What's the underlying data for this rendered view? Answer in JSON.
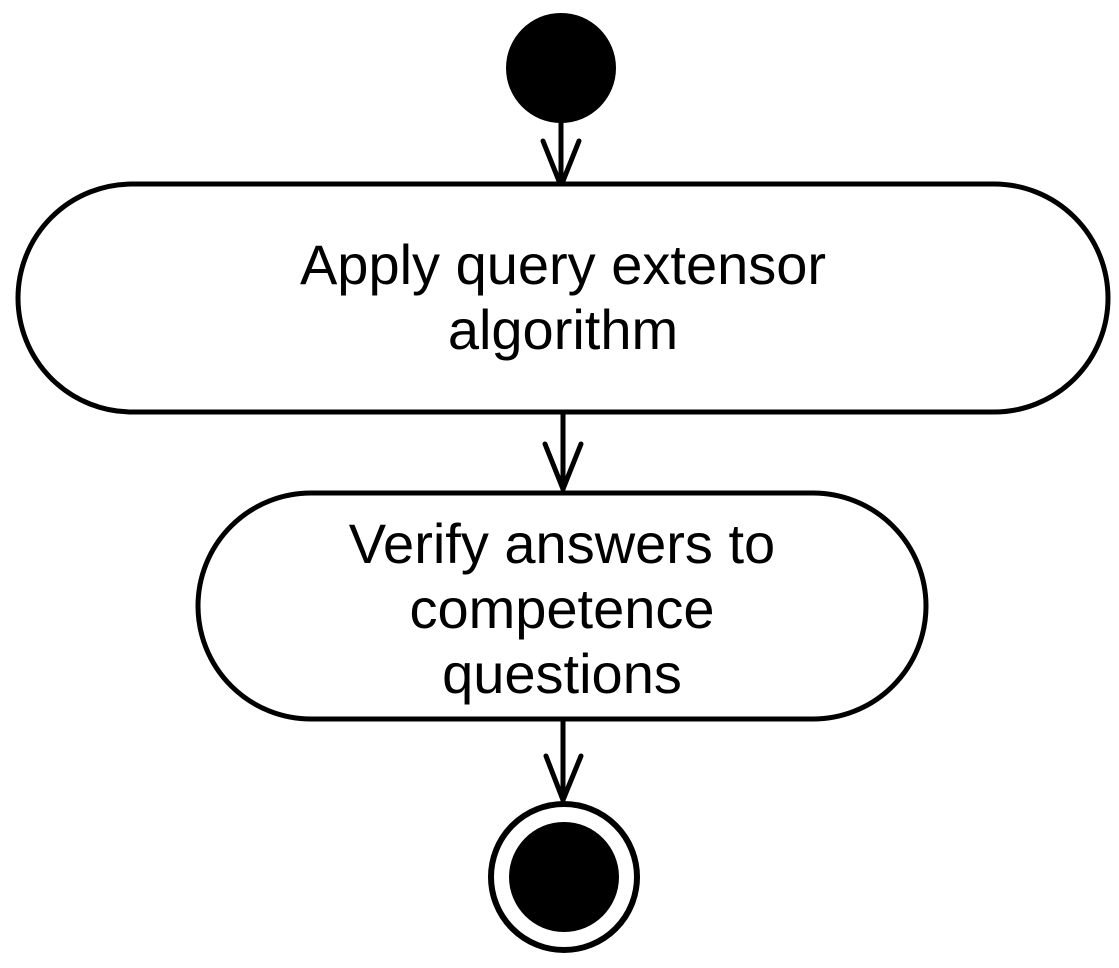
{
  "diagram": {
    "type": "uml-activity-diagram",
    "colors": {
      "stroke": "#000000",
      "node_fill": "#ffffff",
      "background": "#ffffff",
      "text": "#000000",
      "terminal_fill": "#000000"
    },
    "nodes": [
      {
        "id": "start",
        "kind": "initial-node",
        "label": ""
      },
      {
        "id": "apply-query-extensor",
        "kind": "action",
        "label": "Apply query extensor algorithm",
        "lines": [
          "Apply query extensor",
          "algorithm"
        ]
      },
      {
        "id": "verify-answers",
        "kind": "action",
        "label": "Verify answers to competence questions",
        "lines": [
          "Verify answers to",
          "competence",
          "questions"
        ]
      },
      {
        "id": "end",
        "kind": "activity-final-node",
        "label": ""
      }
    ],
    "edges": [
      {
        "from": "start",
        "to": "apply-query-extensor"
      },
      {
        "from": "apply-query-extensor",
        "to": "verify-answers"
      },
      {
        "from": "verify-answers",
        "to": "end"
      }
    ]
  }
}
